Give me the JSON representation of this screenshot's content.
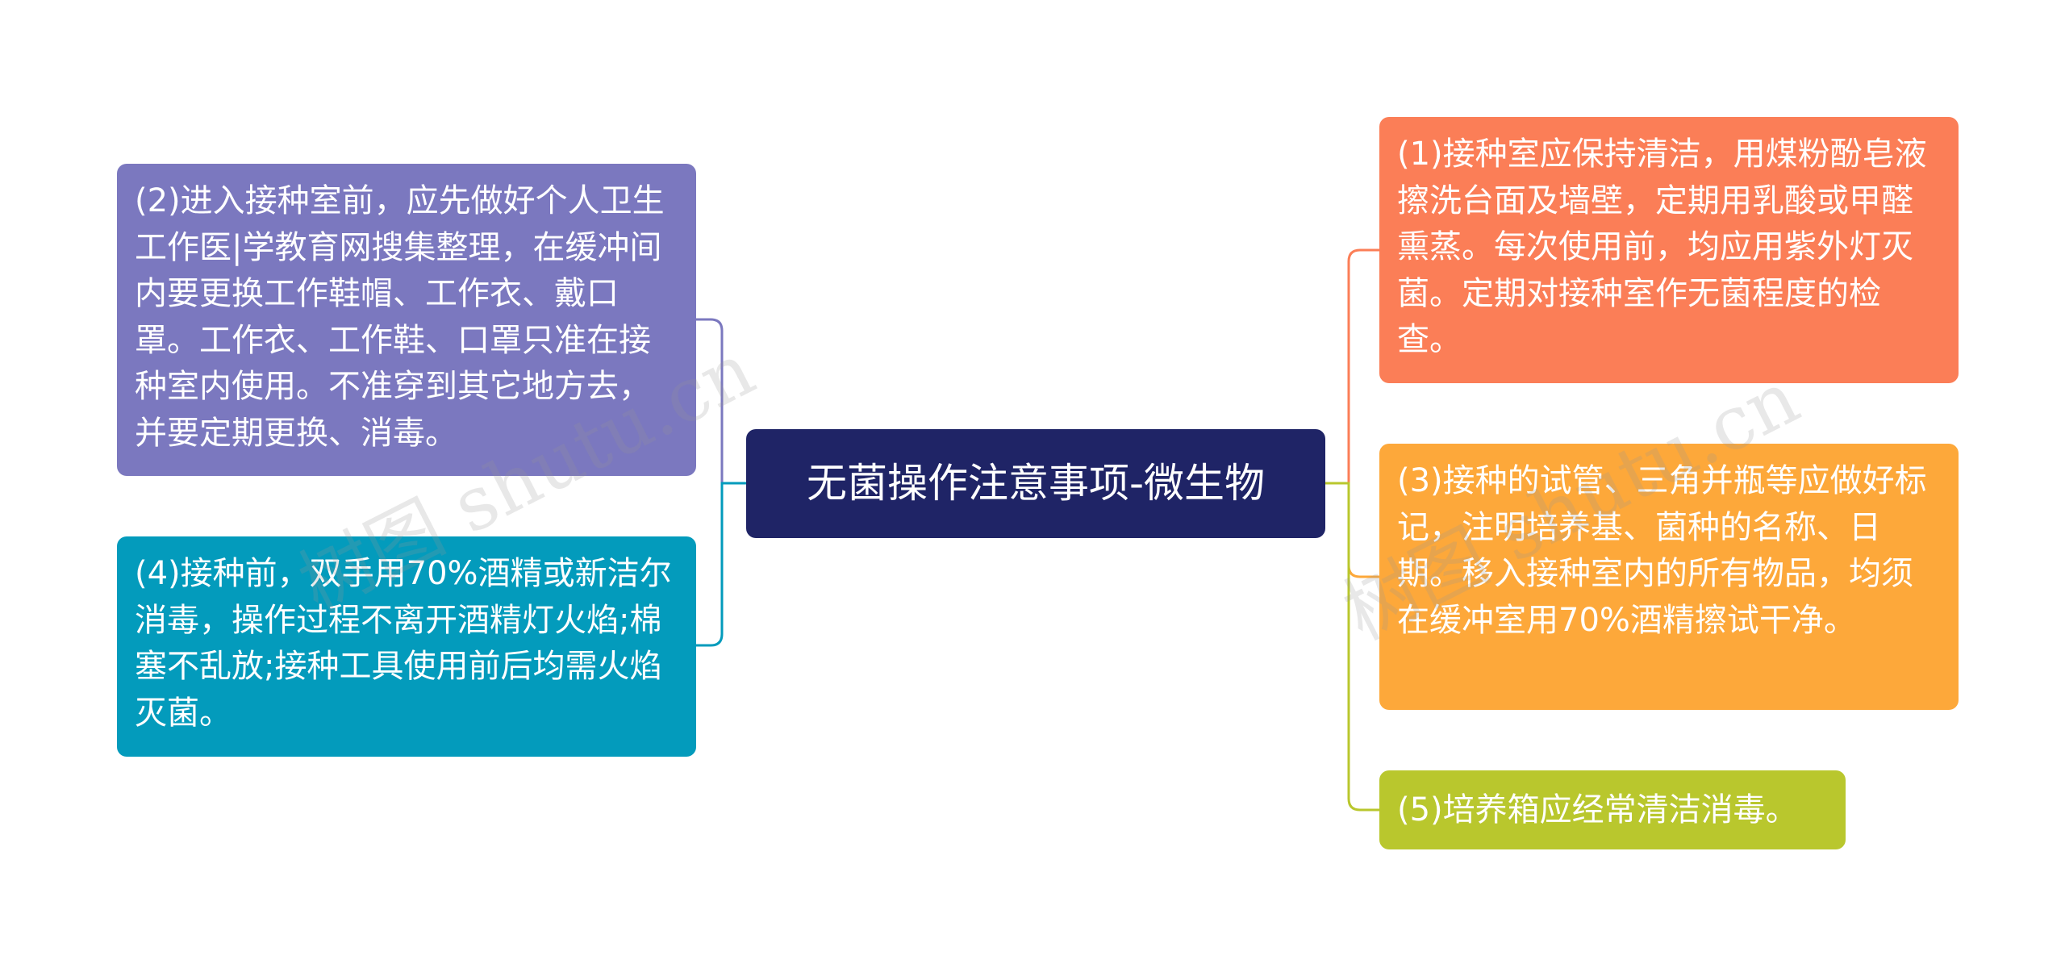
{
  "colors": {
    "root": "#1f2466",
    "left_top": "#7b78bf",
    "left_bottom": "#039bbc",
    "right_top": "#fb7e57",
    "right_middle": "#fda83a",
    "right_bottom": "#b9c72d",
    "background": "#ffffff"
  },
  "mindmap": {
    "root": "无菌操作注意事项-微生物",
    "left": [
      {
        "id": "n2",
        "text": "(2)进入接种室前，应先做好个人卫生工作医|学教育网搜集整理，在缓冲间内要更换工作鞋帽、工作衣、戴口罩。工作衣、工作鞋、口罩只准在接种室内使用。不准穿到其它地方去，并要定期更换、消毒。"
      },
      {
        "id": "n4",
        "text": "(4)接种前，双手用70%酒精或新洁尔消毒，操作过程不离开酒精灯火焰;棉塞不乱放;接种工具使用前后均需火焰灭菌。"
      }
    ],
    "right": [
      {
        "id": "n1",
        "text": "(1)接种室应保持清洁，用煤粉酚皂液擦洗台面及墙壁，定期用乳酸或甲醛熏蒸。每次使用前，均应用紫外灯灭菌。定期对接种室作无菌程度的检查。"
      },
      {
        "id": "n3",
        "text": "(3)接种的试管、三角并瓶等应做好标记，注明培养基、菌种的名称、日期。移入接种室内的所有物品，均须在缓冲室用70%酒精擦试干净。"
      },
      {
        "id": "n5",
        "text": "(5)培养箱应经常清洁消毒。"
      }
    ]
  },
  "watermarks": [
    "树图 shutu.cn",
    "树图 shutu.cn"
  ]
}
